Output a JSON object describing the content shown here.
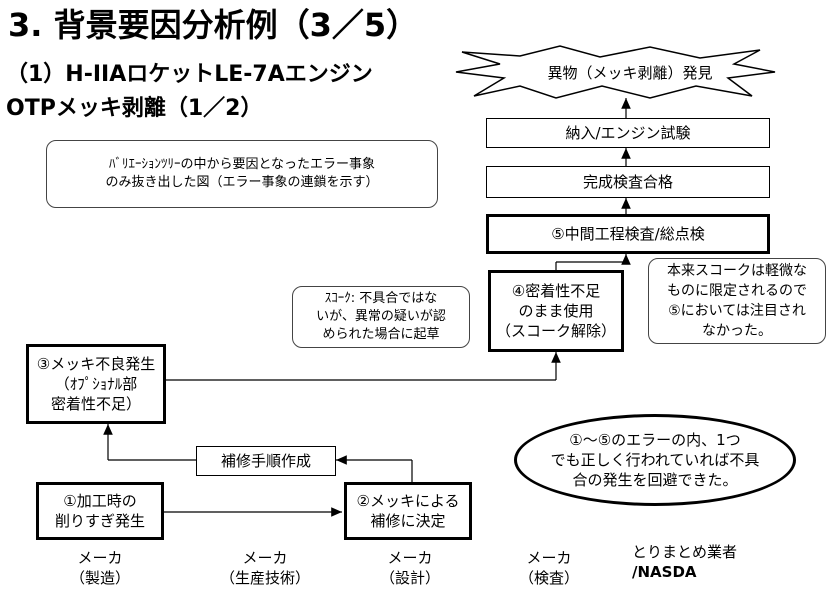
{
  "header": {
    "title": "3. 背景要因分析例（3／5）",
    "subtitle_line1": "（1）H-IIAロケットLE-7Aエンジン",
    "subtitle_line2": "OTPメッキ剥離（1／2）"
  },
  "notes": {
    "top_left_line1": "ﾊﾞﾘｴｰｼｮﾝﾂﾘｰの中から要因となったエラー事象",
    "top_left_line2": "のみ抜き出した図（エラー事象の連鎖を示す）",
    "scoak_line1": "ｽｺｰｸ: 不具合ではな",
    "scoak_line2": "いが、異常の疑いが認",
    "scoak_line3": "められた場合に起草",
    "right_line1": "本来スコークは軽微な",
    "right_line2": "ものに限定されるので",
    "right_line3": "⑤においては注目され",
    "right_line4": "なかった。"
  },
  "boxes": {
    "discovery": "異物（メッキ剥離）発見",
    "delivery": "納入/エンジン試験",
    "final_inspection": "完成検査合格",
    "step5": "⑤中間工程検査/総点検",
    "step4_line1": "④密着性不足",
    "step4_line2": "のまま使用",
    "step4_line3": "（スコーク解除）",
    "step3_line1": "③メッキ不良発生",
    "step3_line2": "（ｵﾌﾟｼｮﾅﾙ部",
    "step3_line3": "密着性不足）",
    "repair_procedure": "補修手順作成",
    "step1_line1": "①加工時の",
    "step1_line2": "削りすぎ発生",
    "step2_line1": "②メッキによる",
    "step2_line2": "補修に決定"
  },
  "conclusion": {
    "line1": "①～⑤のエラーの内、1つ",
    "line2": "でも正しく行われていれば不具",
    "line3": "合の発生を回避できた。"
  },
  "actors": [
    {
      "line1": "メーカ",
      "line2": "（製造）"
    },
    {
      "line1": "メーカ",
      "line2": "（生産技術）"
    },
    {
      "line1": "メーカ",
      "line2": "（設計）"
    },
    {
      "line1": "メーカ",
      "line2": "（検査）"
    },
    {
      "line1": "とりまとめ業者",
      "line2": "/NASDA"
    }
  ]
}
